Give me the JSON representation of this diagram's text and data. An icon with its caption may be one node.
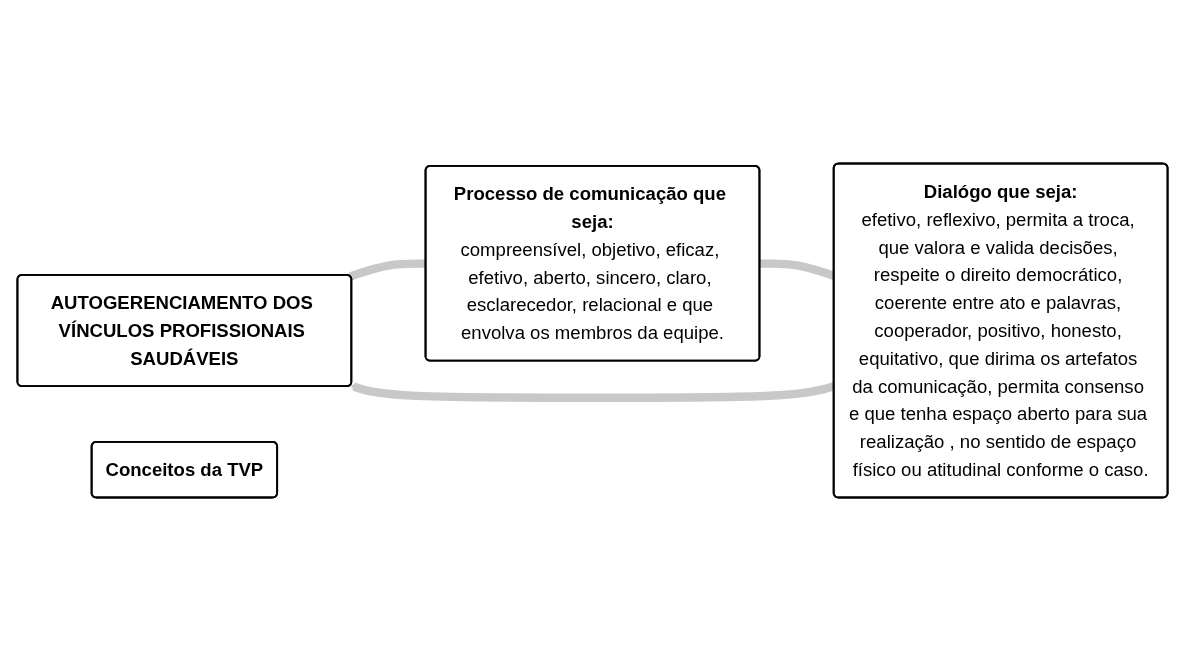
{
  "diagram": {
    "nodes": [
      {
        "text": [
          "AUTOGERENCIAMENTO DOS VÍNCULOS PROFISSIONAIS SAUDÁVEIS"
        ]
      },
      {
        "text": [
          "Dialógo que seja:",
          "efetivo, reflexivo, permita a troca, que valora e valida decisões, respeite o direito democrático, coerente entre ato e palavras, cooperador, positivo, honesto, equitativo, que dirima os artefatos da comunicação, permita consenso e que tenha espaço aberto para sua realização , no sentido de espaço físico ou atitudinal conforme o caso."
        ]
      },
      {
        "text": [
          "Conceitos da TVP"
        ]
      },
      {
        "text": [
          "Processo de comunicação que seja:",
          "compreensível, objetivo, eficaz, efetivo, aberto, sincero, claro, esclarecedor, relacional e que envolva os membros da equipe."
        ]
      }
    ],
    "edges": [
      {
        "from": 0,
        "to": 3,
        "arrow": "none"
      },
      {
        "from": 3,
        "to": 1,
        "arrow": "none"
      },
      {
        "from": 1,
        "to": 0,
        "arrow": "to"
      }
    ]
  }
}
